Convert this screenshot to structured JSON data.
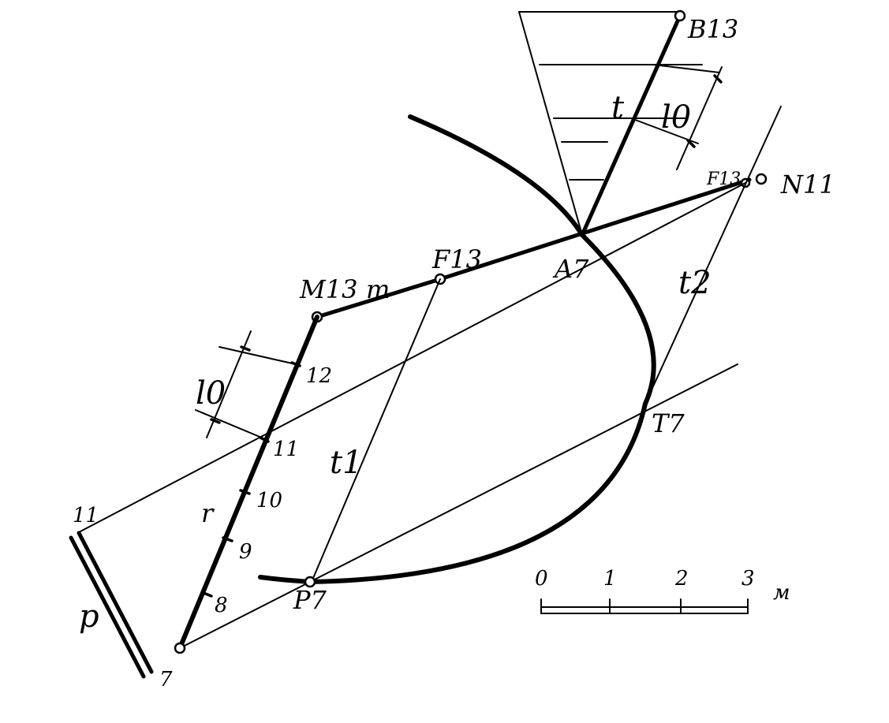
{
  "labels": {
    "b13": "B13",
    "t": "t",
    "l0_top": "l0",
    "f13_right": "F13",
    "n11": "N11",
    "a7": "A7",
    "t2": "t2",
    "f13_left": "F13",
    "m13": "M13",
    "m": "m",
    "n12": "12",
    "l0_left": "l0",
    "n11_rod": "11",
    "n10": "10",
    "r": "r",
    "n9": "9",
    "n8": "8",
    "n7": "7",
    "t1": "t1",
    "t7": "T7",
    "p7": "P7",
    "p": "p",
    "n11_far": "11"
  },
  "scale_bar": {
    "ticks": [
      "0",
      "1",
      "2",
      "3"
    ],
    "unit": "м"
  },
  "colors": {
    "ink": "#000000",
    "paper": "#ffffff"
  }
}
